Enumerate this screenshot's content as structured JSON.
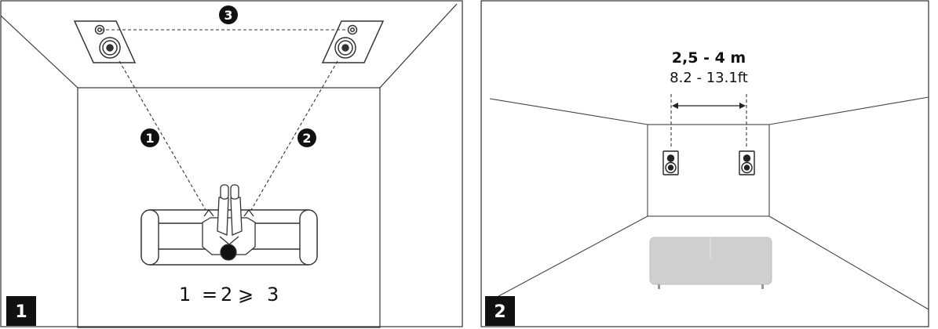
{
  "panel1": {
    "badge": "1",
    "markers": {
      "left_distance": "1",
      "right_distance": "2",
      "speaker_gap": "3"
    },
    "formula": {
      "a": "1",
      "eq": "=",
      "b": "2",
      "ge": "⩾",
      "c": "3"
    }
  },
  "panel2": {
    "badge": "2",
    "distance_metric": "2,5 - 4 m",
    "distance_imperial": "8.2 - 13.1ft"
  },
  "icons": [
    "ceiling-speaker-icon",
    "bookshelf-speaker-icon",
    "listener-icon",
    "sofa-icon"
  ],
  "colors": {
    "line": "#333333",
    "badge": "#111111",
    "sofa": "#cfcfcf"
  }
}
